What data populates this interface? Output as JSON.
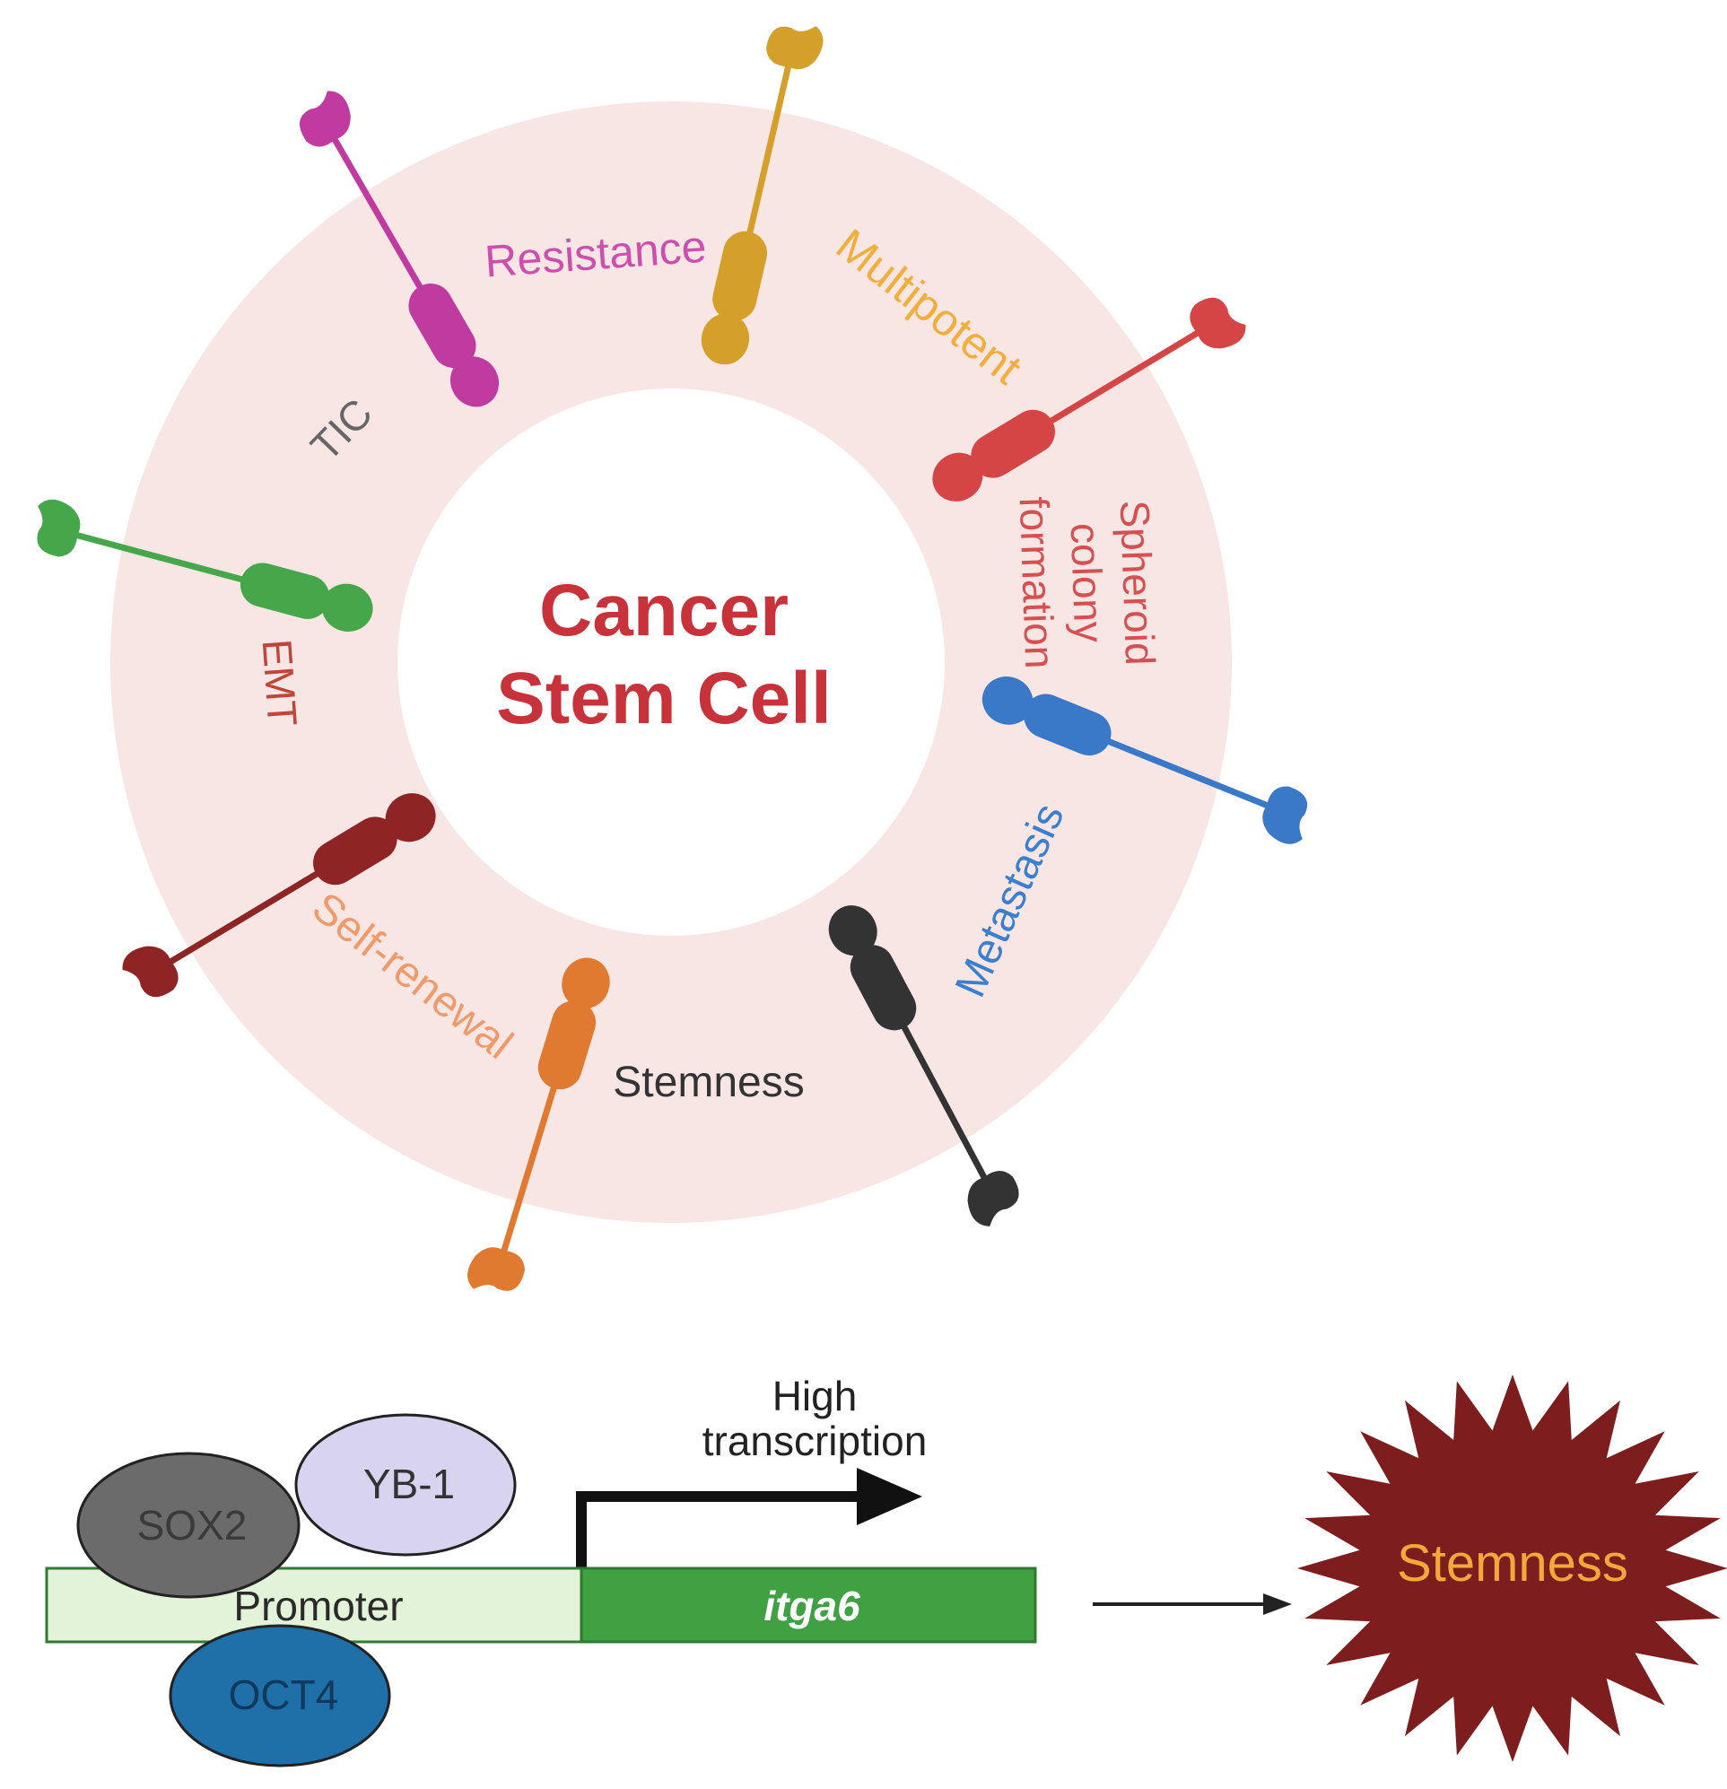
{
  "center": {
    "line1": "Cancer",
    "line2": "Stem Cell",
    "color": "#c8323a"
  },
  "ring_color": "#f8e6e4",
  "properties": {
    "resistance": {
      "text": "Resistance",
      "color": "#cc4fae"
    },
    "multipotent": {
      "text": "Multipotent",
      "color": "#f2ae3c"
    },
    "spheroid": {
      "line1": "Spheroid",
      "line2": "colony",
      "line3": "formation",
      "color": "#d55050"
    },
    "metastasis": {
      "text": "Metastasis",
      "color": "#3a7fd0"
    },
    "stemness": {
      "text": "Stemness",
      "color": "#333333"
    },
    "self_renewal": {
      "text": "Self-renewal",
      "color": "#ee9a6a"
    },
    "emt": {
      "text": "EMT",
      "color": "#c0463c"
    },
    "tic": {
      "text": "TIC",
      "color": "#666666"
    }
  },
  "receptor_colors": {
    "magenta": "#c03ba0",
    "gold": "#d4a02a",
    "red": "#d64545",
    "blue": "#3a78c8",
    "black": "#333333",
    "orange": "#e07a30",
    "darkred": "#8e2424",
    "green": "#46a64a"
  },
  "bottom": {
    "sox2": "SOX2",
    "yb1": "YB-1",
    "oct4": "OCT4",
    "promoter": "Promoter",
    "gene": "itga6",
    "high_line1": "High",
    "high_line2": "transcription",
    "outcome": "Stemness",
    "colors": {
      "sox2": "#6b6b6b",
      "yb1": "#d8d4f0",
      "oct4": "#1f6fa8",
      "promoter": "#e2f3da",
      "gene": "#3fa142",
      "star": "#7e1d1d",
      "star_text": "#f2a83a"
    }
  }
}
